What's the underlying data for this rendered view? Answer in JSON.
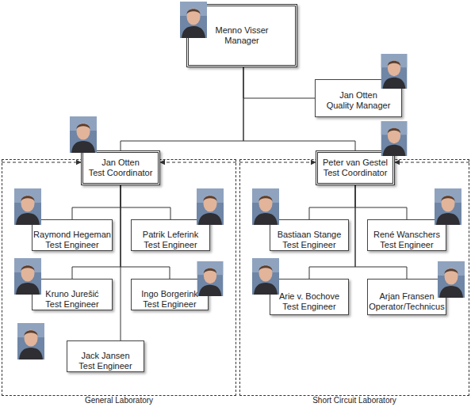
{
  "diagram": {
    "nodes": [
      {
        "text": [
          "Menno Visser",
          "Manager"
        ]
      },
      {
        "text": [
          "Jan Otten",
          "Quality Manager"
        ]
      },
      {
        "text": [
          "General Laboratory"
        ]
      },
      {
        "text": [
          "Jan Otten",
          "Test Coordinator"
        ],
        "in": 2
      },
      {
        "text": [
          "Raymond Hegeman",
          "Test Engineer"
        ],
        "in": 2
      },
      {
        "text": [
          "Patrik Leferink",
          "Test Engineer"
        ],
        "in": 2
      },
      {
        "text": [
          "Kruno Jurešić",
          "Test Engineer"
        ],
        "in": 2
      },
      {
        "text": [
          "Ingo Borgerink",
          "Test Engineer"
        ],
        "in": 2
      },
      {
        "text": [
          "Jack Jansen",
          "Test Engineer"
        ],
        "in": 2
      },
      {
        "text": [
          "Short Circuit Laboratory"
        ]
      },
      {
        "text": [
          "Peter van Gestel",
          "Test Coordinator"
        ],
        "in": 9
      },
      {
        "text": [
          "Bastiaan Stange",
          "Test Engineer"
        ],
        "in": 9
      },
      {
        "text": [
          "René Wanschers",
          "Test Engineer"
        ],
        "in": 9
      },
      {
        "text": [
          "Arie v. Bochove",
          "Test Engineer"
        ],
        "in": 9
      },
      {
        "text": [
          "Arjan Fransen",
          "Operator/Technicus"
        ],
        "in": 9
      }
    ],
    "edges": [
      {
        "from": 0,
        "to": 1,
        "arrow": "none"
      },
      {
        "from": 0,
        "to": 3,
        "arrow": "none"
      },
      {
        "from": 0,
        "to": 10,
        "arrow": "none"
      },
      {
        "from": 2,
        "to": 3,
        "arrow": "to"
      },
      {
        "from": 2,
        "to": 3,
        "arrow": "to"
      },
      {
        "from": 3,
        "to": 4,
        "arrow": "none"
      },
      {
        "from": 3,
        "to": 5,
        "arrow": "none"
      },
      {
        "from": 3,
        "to": 6,
        "arrow": "none"
      },
      {
        "from": 3,
        "to": 7,
        "arrow": "none"
      },
      {
        "from": 3,
        "to": 8,
        "arrow": "none"
      },
      {
        "from": 9,
        "to": 10,
        "arrow": "to"
      },
      {
        "from": 9,
        "to": 10,
        "arrow": "to"
      },
      {
        "from": 10,
        "to": 11,
        "arrow": "none"
      },
      {
        "from": 10,
        "to": 12,
        "arrow": "none"
      },
      {
        "from": 10,
        "to": 13,
        "arrow": "none"
      },
      {
        "from": 10,
        "to": 14,
        "arrow": "none"
      }
    ]
  }
}
